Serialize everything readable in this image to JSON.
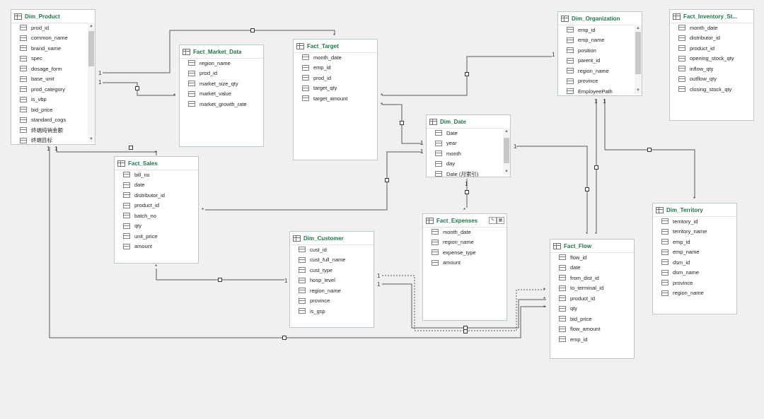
{
  "tables": [
    {
      "id": "dim_product",
      "title": "Dim_Product",
      "fields": [
        "prod_id",
        "common_name",
        "brand_name",
        "spec",
        "dosage_form",
        "base_unit",
        "prod_category",
        "is_vbp",
        "bid_price",
        "standard_cogs",
        "终端纯销金额",
        "终端目标"
      ],
      "scroll": true
    },
    {
      "id": "fact_market_data",
      "title": "Fact_Market_Data",
      "fields": [
        "region_name",
        "prod_id",
        "market_size_qty",
        "market_value",
        "market_growth_rate"
      ]
    },
    {
      "id": "fact_target",
      "title": "Fact_Target",
      "fields": [
        "month_date",
        "emp_id",
        "prod_id",
        "target_qty",
        "target_amount"
      ]
    },
    {
      "id": "dim_organization",
      "title": "Dim_Organization",
      "fields": [
        "emp_id",
        "emp_name",
        "position",
        "parent_id",
        "region_name",
        "province",
        "EmployeePath"
      ],
      "scroll": true
    },
    {
      "id": "fact_inventory",
      "title": "Fact_Inventory_St...",
      "fields": [
        "month_date",
        "distributor_id",
        "product_id",
        "opening_stock_qty",
        "inflow_qty",
        "outflow_qty",
        "closing_stock_qty"
      ]
    },
    {
      "id": "dim_date",
      "title": "Dim_Date",
      "fields": [
        "Date",
        "year",
        "month",
        "day",
        "Date (月索引)"
      ],
      "scroll": true
    },
    {
      "id": "fact_sales",
      "title": "Fact_Sales",
      "fields": [
        "bill_no",
        "date",
        "distributor_id",
        "product_id",
        "batch_no",
        "qty",
        "unit_price",
        "amount"
      ]
    },
    {
      "id": "fact_expenses",
      "title": "Fact_Expenses",
      "fields": [
        "month_date",
        "region_name",
        "expense_type",
        "amount"
      ],
      "tools": true
    },
    {
      "id": "dim_customer",
      "title": "Dim_Customer",
      "fields": [
        "cust_id",
        "cust_full_name",
        "cust_type",
        "hosp_level",
        "region_name",
        "province",
        "is_gsp"
      ]
    },
    {
      "id": "dim_territory",
      "title": "Dim_Territory",
      "fields": [
        "territory_id",
        "territory_name",
        "emp_id",
        "emp_name",
        "dsm_id",
        "dsm_name",
        "province",
        "region_name"
      ]
    },
    {
      "id": "fact_flow",
      "title": "Fact_Flow",
      "fields": [
        "flow_id",
        "date",
        "from_dist_id",
        "to_terminal_id",
        "product_id",
        "qty",
        "bid_price",
        "flow_amount",
        "emp_id"
      ]
    }
  ],
  "cardinality": {
    "one": "1",
    "many": "*"
  },
  "colors": {
    "title": "#217346",
    "line": "#5a5a5a",
    "background": "#f0f0f0"
  },
  "icons": {
    "table": "table-icon",
    "field": "field-icon",
    "scroll_up": "▲",
    "scroll_down": "▼"
  }
}
